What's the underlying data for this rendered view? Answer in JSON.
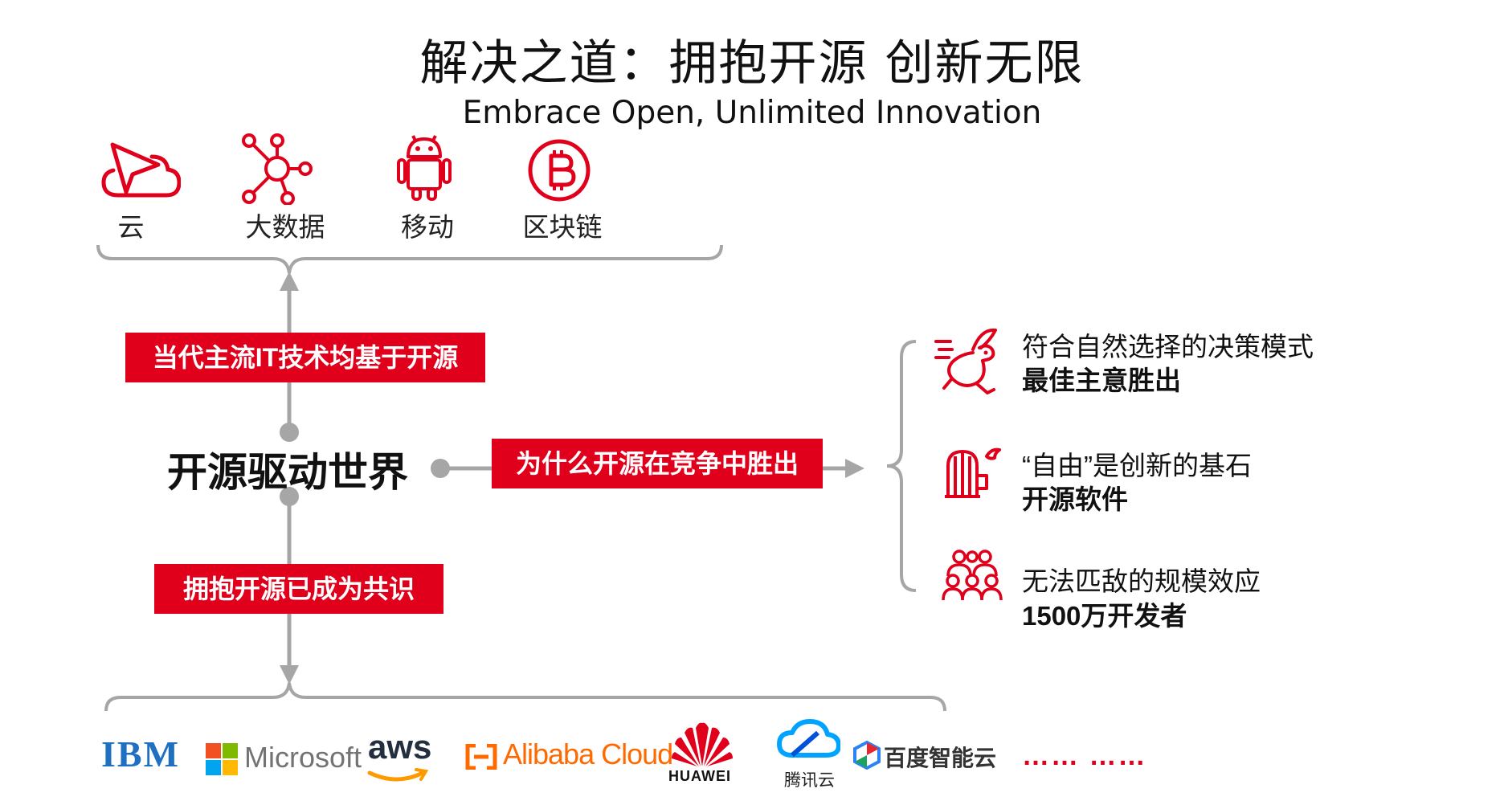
{
  "title": "解决之道：拥抱开源 创新无限",
  "subtitle": "Embrace Open, Unlimited Innovation",
  "technologies": [
    {
      "label": "云",
      "icon": "cloud-send-icon"
    },
    {
      "label": "大数据",
      "icon": "network-nodes-icon"
    },
    {
      "label": "移动",
      "icon": "android-icon"
    },
    {
      "label": "区块链",
      "icon": "bitcoin-icon"
    }
  ],
  "center": "开源驱动世界",
  "top_box": "当代主流IT技术均基于开源",
  "bottom_box": "拥抱开源已成为共识",
  "right_box": "为什么开源在竞争中胜出",
  "reasons": [
    {
      "line1": "符合自然选择的决策模式",
      "line2": "最佳主意胜出",
      "icon": "rabbit-icon"
    },
    {
      "line1": "“自由”是创新的基石",
      "line2": "开源软件",
      "icon": "birdcage-icon"
    },
    {
      "line1": "无法匹敌的规模效应",
      "line2": "1500万开发者",
      "icon": "people-group-icon"
    }
  ],
  "companies": {
    "ibm": "IBM",
    "microsoft": "Microsoft",
    "aws": "aws",
    "alibaba": "Alibaba Cloud",
    "huawei": "HUAWEI",
    "tencent": "腾讯云",
    "baidu": "百度智能云",
    "more": "…… ……"
  },
  "colors": {
    "accent": "#e0001b",
    "connector": "#a6a6a6",
    "text": "#111111"
  }
}
